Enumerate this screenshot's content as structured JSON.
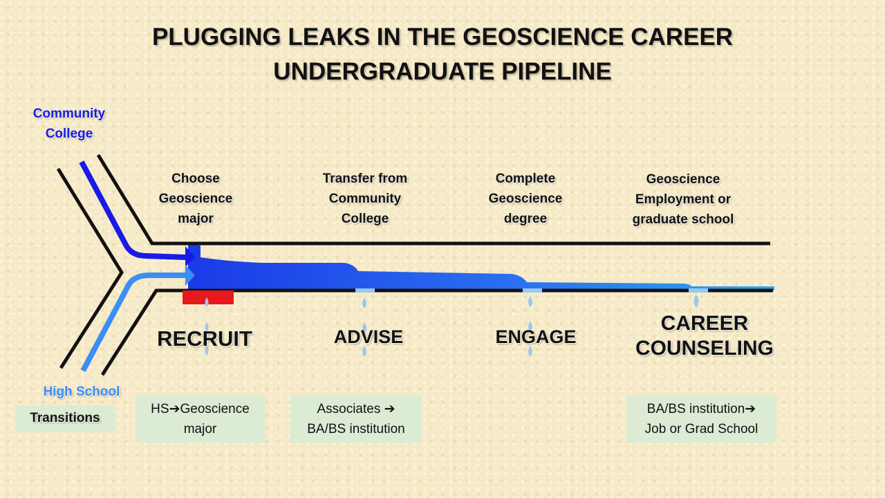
{
  "title": {
    "line1": "PLUGGING LEAKS IN THE GEOSCIENCE CAREER",
    "line2": "UNDERGRADUATE PIPELINE"
  },
  "sources": {
    "community_college": [
      "Community",
      "College"
    ],
    "high_school": "High School",
    "cc_color": "#1a1ae6",
    "hs_color": "#3b8ef5"
  },
  "stages": [
    [
      "Choose",
      "Geoscience",
      "major"
    ],
    [
      "Transfer from",
      "Community",
      "College"
    ],
    [
      "Complete",
      "Geoscience",
      "degree"
    ],
    [
      "Geoscience",
      "Employment or",
      "graduate school"
    ]
  ],
  "actions": {
    "recruit": "RECRUIT",
    "advise": "ADVISE",
    "engage": "ENGAGE",
    "career": [
      "CAREER",
      "COUNSELING"
    ]
  },
  "transitions_label": "Transitions",
  "transitions": [
    {
      "before": "HS",
      "arrow": "➔",
      "after": "Geoscience",
      "line2": "major"
    },
    {
      "before": "Associates ",
      "arrow": "➔",
      "after": "",
      "line2": "BA/BS institution"
    },
    {
      "before": "BA/BS institution",
      "arrow": "➔",
      "after": "",
      "line2": "Job or Grad School"
    }
  ],
  "colors": {
    "pipe": "#111111",
    "water_dark": "#1a3ae6",
    "water_light": "#2aa8f0",
    "plug": "#e8191c",
    "drop": "#9cc8f0",
    "box": "#dcebd4"
  }
}
